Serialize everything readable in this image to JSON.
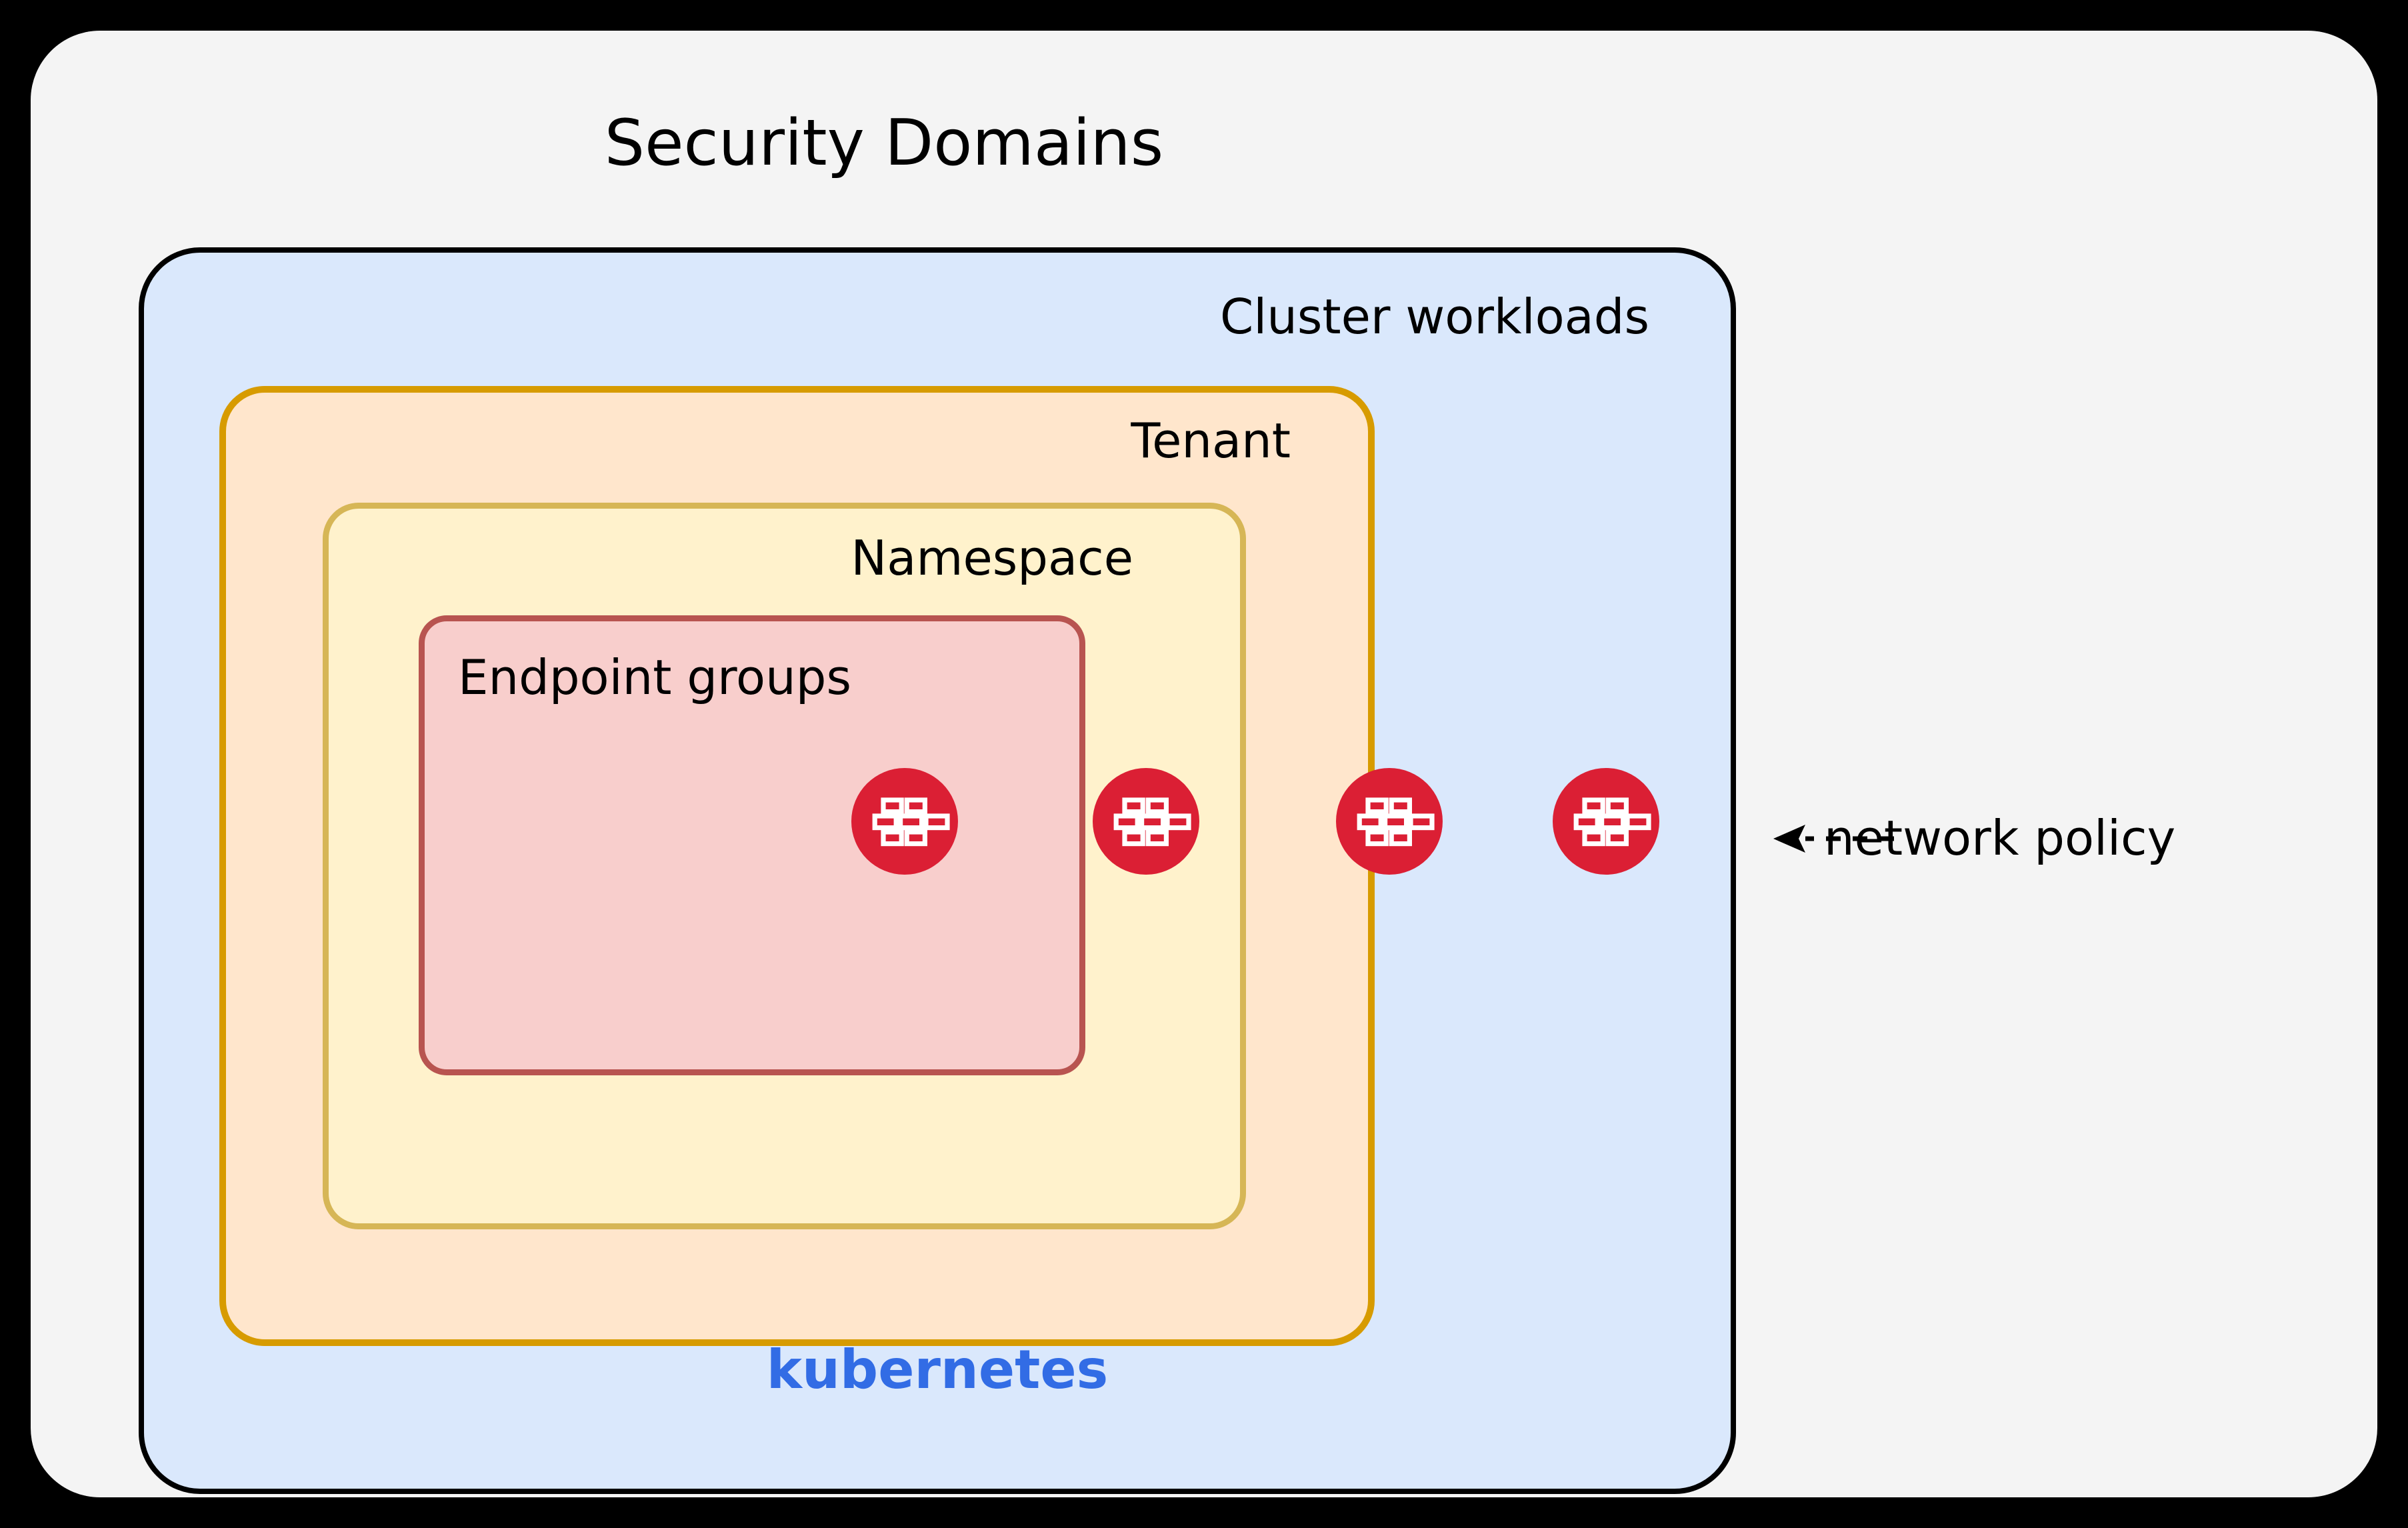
{
  "diagram": {
    "title": "Security Domains",
    "background_color": "#F4F4F4",
    "outer_color": "#000000"
  },
  "boxes": {
    "cluster": {
      "label": "Cluster workloads",
      "fill": "#DAE8FC",
      "stroke": "#000000"
    },
    "tenant": {
      "label": "Tenant",
      "fill": "#FFE6CC",
      "stroke": "#D79B00"
    },
    "namespace": {
      "label": "Namespace",
      "fill": "#FFF2CC",
      "stroke": "#D6B656"
    },
    "endpoint_groups": {
      "label": "Endpoint groups",
      "fill": "#F8CECC",
      "stroke": "#B85450"
    }
  },
  "branding": {
    "kubernetes_label": "kubernetes",
    "kubernetes_color": "#326CE5"
  },
  "annotation": {
    "label": "network policy",
    "arrow_direction": "left",
    "arrow_style": "dashed"
  },
  "firewall_icons": {
    "icon_name": "firewall-brick-wall-icon",
    "color": "#DB1F34",
    "brick_color": "#FFFFFF",
    "count": 4,
    "placements": [
      "endpoint-groups-boundary",
      "namespace-boundary",
      "tenant-boundary",
      "cluster-boundary"
    ]
  }
}
